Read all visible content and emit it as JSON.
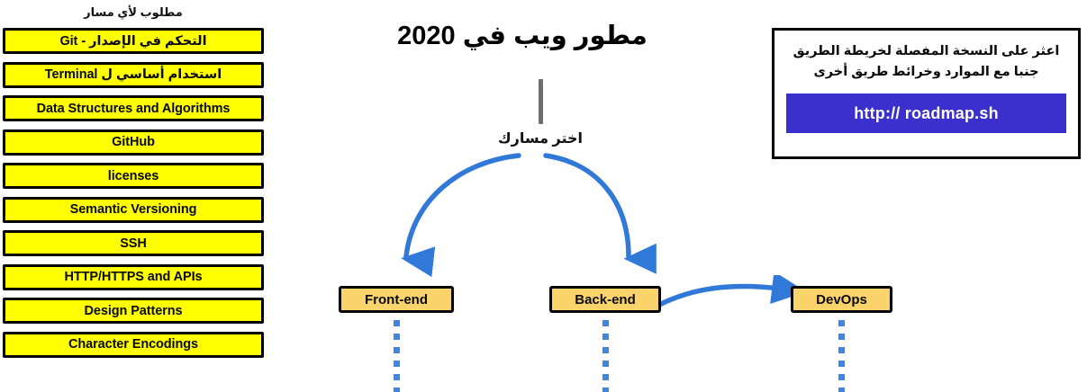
{
  "prerequisites": {
    "heading": "مطلوب لأي مسار",
    "items": [
      {
        "label": "التحكم في الإصدار - Git",
        "rtl": true
      },
      {
        "label": "استخدام أساسي ل Terminal",
        "rtl": true
      },
      {
        "label": "Data Structures and Algorithms",
        "rtl": false
      },
      {
        "label": "GitHub",
        "rtl": false
      },
      {
        "label": "licenses",
        "rtl": false
      },
      {
        "label": "Semantic Versioning",
        "rtl": false
      },
      {
        "label": "SSH",
        "rtl": false
      },
      {
        "label": "HTTP/HTTPS and APIs",
        "rtl": false
      },
      {
        "label": "Design Patterns",
        "rtl": false
      },
      {
        "label": "Character Encodings",
        "rtl": false
      }
    ]
  },
  "flow": {
    "title": "مطور ويب في  2020",
    "choose_path_label": "اختر مسارك",
    "paths": [
      {
        "label": "Front-end"
      },
      {
        "label": "Back-end"
      },
      {
        "label": "DevOps"
      }
    ]
  },
  "callout": {
    "line1": "اعثر على النسخة المفصلة لخريطة الطريق",
    "line2": "جنبا  مع الموارد وخرائط طريق أخرى",
    "link_label": "http:// roadmap.sh"
  },
  "colors": {
    "prereq_fill": "#FFFF00",
    "path_fill": "#FAD46B",
    "arrow_blue": "#3079D8",
    "dash_blue": "#3F86E0",
    "link_bg": "#3B30CE",
    "trunk_gray": "#6E6E6E",
    "outline": "#000000"
  }
}
